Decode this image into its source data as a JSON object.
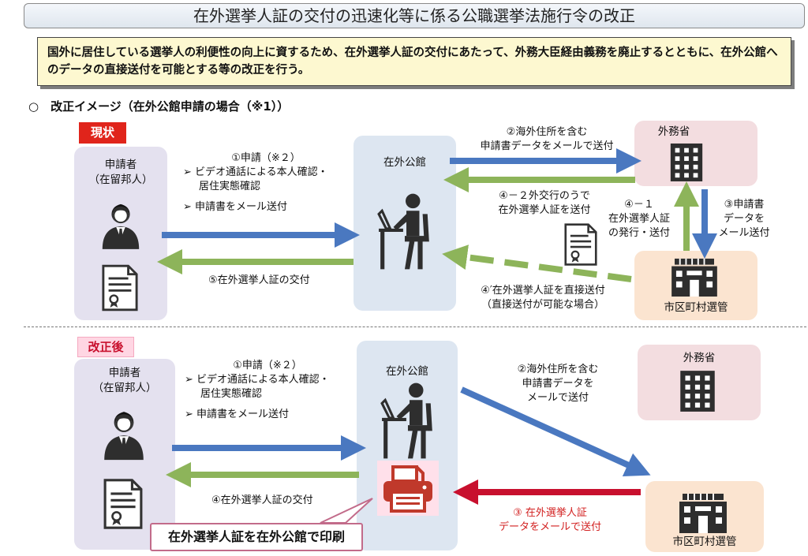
{
  "title": "在外選挙人証の交付の迅速化等に係る公職選挙法施行令の改正",
  "summary": "国外に居住している選挙人の利便性の向上に資するため、在外選挙人証の交付にあたって、外務大臣経由義務を廃止するとともに、在外公館へのデータの直接送付を可能とする等の改正を行う。",
  "section_heading": "○　改正イメージ（在外公館申請の場合（※1））",
  "before": {
    "tag": "現状",
    "applicant": [
      "申請者",
      "（在留邦人）"
    ],
    "embassy": "在外公館",
    "mofa": "外務省",
    "municipality": "市区町村選管",
    "step1_title": "①申請（※２）",
    "step1_bullets": [
      "ビデオ通話による本人確認・",
      "居住実態確認"
    ],
    "step1_bullet2": "申請書をメール送付",
    "step5": "⑤在外選挙人証の交付",
    "step2": [
      "②海外住所を含む",
      "申請書データをメールで送付"
    ],
    "step4_2": [
      "④－２外交行のうで",
      "在外選挙人証を送付"
    ],
    "step4_1": [
      "④－１",
      "在外選挙人証",
      "の発行・送付"
    ],
    "step3": [
      "③申請書",
      "データを",
      "メール送付"
    ],
    "step4_prime": [
      "④′在外選挙人証を直接送付",
      "（直接送付が可能な場合）"
    ]
  },
  "after": {
    "tag": "改正後",
    "applicant": [
      "申請者",
      "（在留邦人）"
    ],
    "embassy": "在外公館",
    "mofa": "外務省",
    "municipality": "市区町村選管",
    "step1_title": "①申請（※２）",
    "step1_bullets": [
      "ビデオ通話による本人確認・",
      "居住実態確認"
    ],
    "step1_bullet2": "申請書をメール送付",
    "step4": "④在外選挙人証の交付",
    "step2": [
      "②海外住所を含む",
      "申請書データを",
      "メールで送付"
    ],
    "step3": [
      "③ 在外選挙人証",
      "データをメールで送付"
    ],
    "callout": "在外選挙人証を在外公館で印刷"
  },
  "colors": {
    "blue_arrow": "#4a78c0",
    "green_arrow": "#8db45a",
    "red_arrow": "#c8102e",
    "icon_dark": "#333333"
  },
  "icons": [
    "person-icon",
    "document-icon",
    "seated-worker-icon",
    "building-icon",
    "city-hall-icon",
    "printer-icon"
  ]
}
